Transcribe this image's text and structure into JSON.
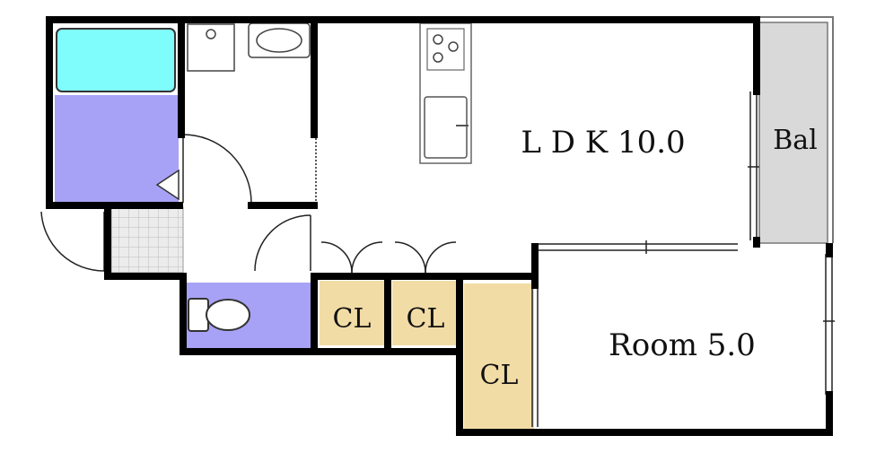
{
  "floorplan": {
    "rooms": {
      "ldk": {
        "label": "L D K 10.0"
      },
      "balcony": {
        "label": "Bal"
      },
      "room": {
        "label": "Room 5.0"
      },
      "closet_1": {
        "label": "CL"
      },
      "closet_2": {
        "label": "CL"
      },
      "closet_3": {
        "label": "CL"
      }
    },
    "colors": {
      "wall": "#000000",
      "bath_tub": "#7ffcfc",
      "bath_floor": "#a7a2f5",
      "toilet_floor": "#a7a2f5",
      "closet_fill": "#f2dca6",
      "balcony_fill": "#d9d9d9",
      "entrance_tile": "#e6e6e6"
    },
    "icons": [
      "bathtub-icon",
      "washbasin-icon",
      "stove-icon",
      "kitchen-sink-icon",
      "toilet-icon"
    ]
  }
}
